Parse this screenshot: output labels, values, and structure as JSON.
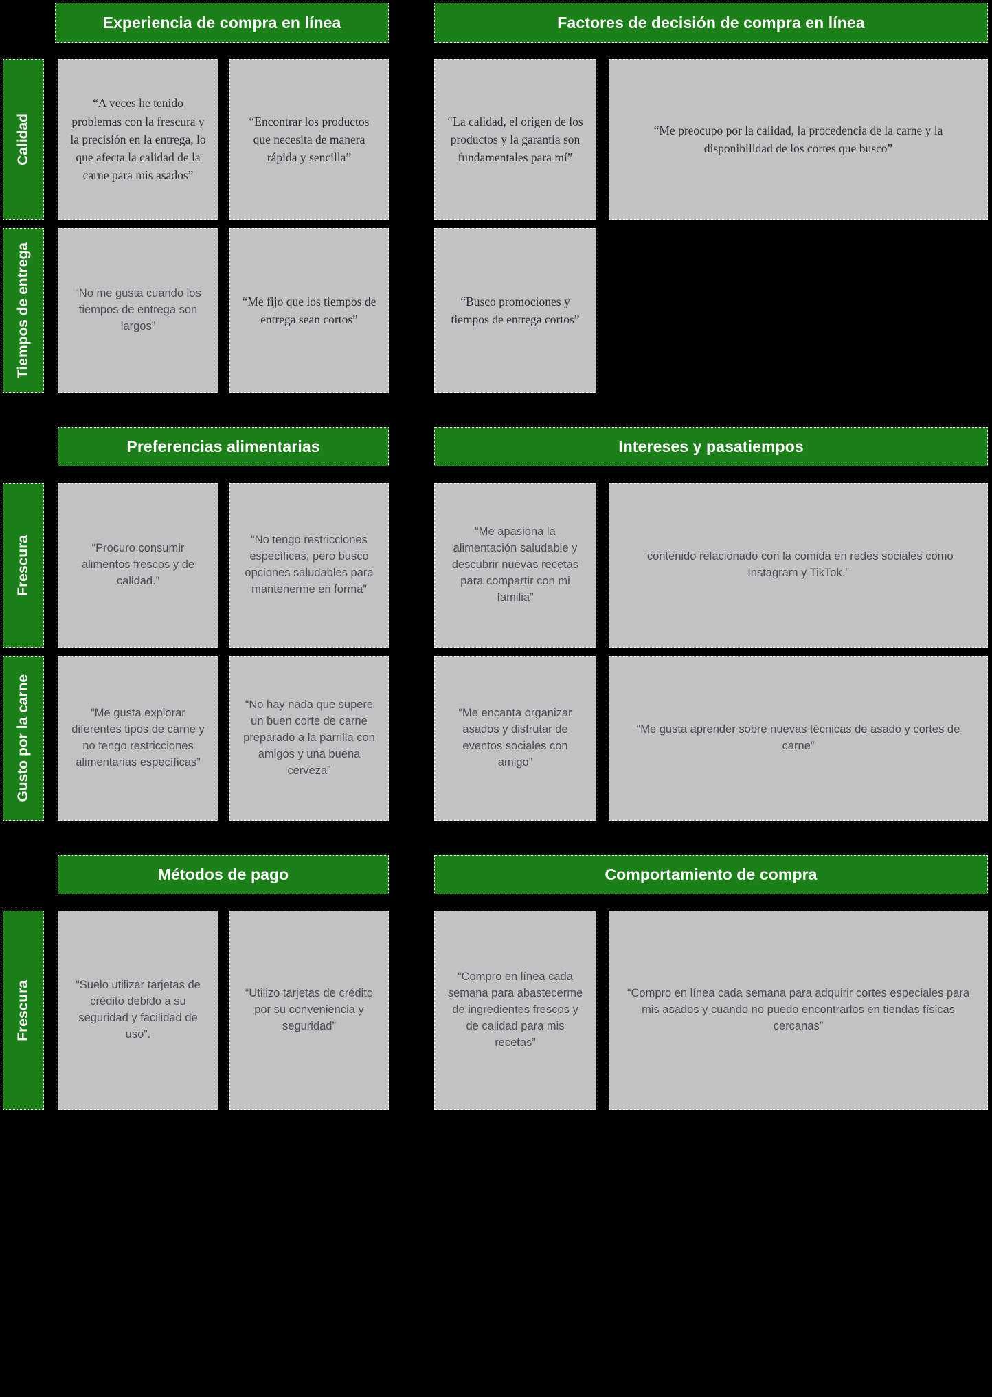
{
  "colors": {
    "background": "#000000",
    "header_green": "#1A8017",
    "cell_gray": "#C2C2C2",
    "header_text": "#FFFFFF",
    "cell_text": "#4A4F54"
  },
  "sections": [
    {
      "id": "section-1",
      "headers": [
        {
          "label": "Experiencia de compra en línea"
        },
        {
          "label": "Factores de decisión de compra en línea"
        }
      ],
      "rows": [
        {
          "label": "Calidad",
          "cells": [
            {
              "text": "“A veces he tenido problemas con la frescura y la precisión en la entrega, lo que afecta la calidad de la carne para mis asados”",
              "style": "serif"
            },
            {
              "text": "“Encontrar los productos que necesita de manera rápida y sencilla”",
              "style": "serif"
            },
            {
              "text": "“La calidad, el origen de los productos y la garantía son fundamentales para mí”",
              "style": "serif"
            },
            {
              "text": "“Me preocupo por la calidad, la procedencia de la carne y la disponibilidad de los cortes que busco”",
              "style": "serif"
            }
          ]
        },
        {
          "label": "Tiempos de entrega",
          "cells": [
            {
              "text": "“No me gusta cuando los tiempos de entrega son largos”",
              "style": "sans"
            },
            {
              "text": "“Me fijo que los tiempos de entrega sean cortos”",
              "style": "serif"
            },
            {
              "text": "“Busco promociones y tiempos de entrega cortos”",
              "style": "serif"
            },
            {
              "text": "",
              "style": "empty"
            }
          ]
        }
      ]
    },
    {
      "id": "section-2",
      "headers": [
        {
          "label": "Preferencias alimentarias"
        },
        {
          "label": "Intereses y pasatiempos"
        }
      ],
      "rows": [
        {
          "label": "Frescura",
          "cells": [
            {
              "text": "“Procuro consumir alimentos frescos y de calidad.”",
              "style": "sans"
            },
            {
              "text": "“No tengo restricciones específicas, pero busco opciones saludables para mantenerme en forma”",
              "style": "sans"
            },
            {
              "text": "“Me apasiona la alimentación saludable y descubrir nuevas recetas para compartir con mi familia”",
              "style": "sans"
            },
            {
              "text": "“contenido relacionado con la comida en redes sociales como Instagram y TikTok.”",
              "style": "sans"
            }
          ]
        },
        {
          "label": "Gusto por la carne",
          "cells": [
            {
              "text": "“Me gusta explorar diferentes tipos de carne y no tengo restricciones alimentarias específicas”",
              "style": "sans"
            },
            {
              "text": "“No hay nada que supere un buen corte de carne preparado a la parrilla con amigos y una buena cerveza”",
              "style": "sans"
            },
            {
              "text": "“Me encanta organizar asados y disfrutar de eventos sociales con amigo”",
              "style": "sans"
            },
            {
              "text": "“Me gusta aprender sobre nuevas técnicas de asado y cortes de carne”",
              "style": "sans"
            }
          ]
        }
      ]
    },
    {
      "id": "section-3",
      "headers": [
        {
          "label": "Métodos de pago"
        },
        {
          "label": "Comportamiento de compra"
        }
      ],
      "rows": [
        {
          "label": "Frescura",
          "cells": [
            {
              "text": "“Suelo utilizar tarjetas de crédito debido a su seguridad y facilidad de uso”.",
              "style": "sans"
            },
            {
              "text": "“Utilizo tarjetas de crédito por su conveniencia y seguridad”",
              "style": "sans"
            },
            {
              "text": "“Compro en línea cada semana para abastecerme de ingredientes frescos y de calidad para mis recetas”",
              "style": "sans"
            },
            {
              "text": "“Compro en línea cada semana para adquirir cortes especiales para mis asados y cuando no puedo encontrarlos en tiendas físicas cercanas”",
              "style": "sans"
            }
          ]
        }
      ]
    }
  ]
}
